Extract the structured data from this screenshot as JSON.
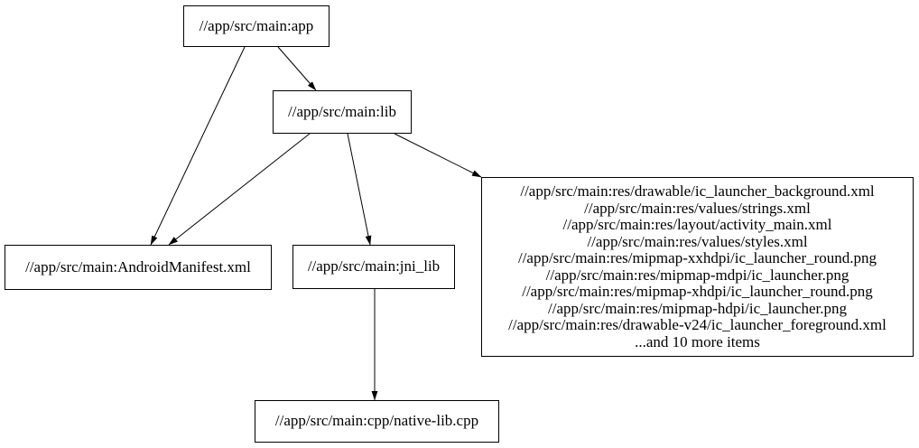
{
  "graph": {
    "type": "directed-dependency-graph",
    "colors": {
      "background": "#ffffff",
      "node_border": "#000000",
      "edge": "#000000",
      "text": "#000000"
    },
    "nodes": {
      "app": {
        "label": "//app/src/main:app"
      },
      "lib": {
        "label": "//app/src/main:lib"
      },
      "android_manifest": {
        "label": "//app/src/main:AndroidManifest.xml"
      },
      "jni_lib": {
        "label": "//app/src/main:jni_lib"
      },
      "resources": {
        "lines": [
          "//app/src/main:res/drawable/ic_launcher_background.xml",
          "//app/src/main:res/values/strings.xml",
          "//app/src/main:res/layout/activity_main.xml",
          "//app/src/main:res/values/styles.xml",
          "//app/src/main:res/mipmap-xxhdpi/ic_launcher_round.png",
          "//app/src/main:res/mipmap-mdpi/ic_launcher.png",
          "//app/src/main:res/mipmap-xhdpi/ic_launcher_round.png",
          "//app/src/main:res/mipmap-hdpi/ic_launcher.png",
          "//app/src/main:res/drawable-v24/ic_launcher_foreground.xml",
          "...and 10 more items"
        ]
      },
      "native_lib_cpp": {
        "label": "//app/src/main:cpp/native-lib.cpp"
      }
    },
    "edges": [
      {
        "from": "app",
        "to": "android_manifest"
      },
      {
        "from": "app",
        "to": "lib"
      },
      {
        "from": "lib",
        "to": "android_manifest"
      },
      {
        "from": "lib",
        "to": "jni_lib"
      },
      {
        "from": "lib",
        "to": "resources"
      },
      {
        "from": "jni_lib",
        "to": "native_lib_cpp"
      }
    ]
  }
}
